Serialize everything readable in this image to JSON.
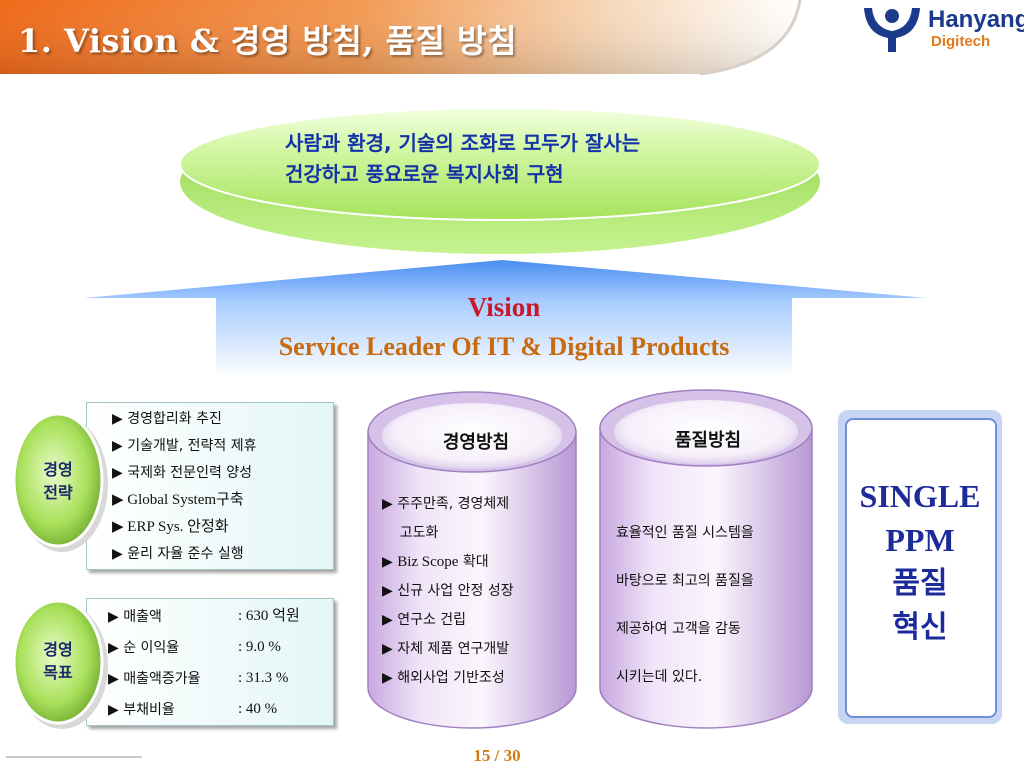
{
  "header": {
    "title": "1. Vision & 경영 방침, 품질 방침",
    "logo_line1": "Hanyang",
    "logo_line2": "Digitech"
  },
  "vision_ellipse": {
    "line1": "사람과 환경, 기술의 조화로 모두가 잘사는",
    "line2": "건강하고 풍요로운 복지사회 구현"
  },
  "vision": {
    "label": "Vision",
    "statement": "Service Leader Of IT & Digital Products"
  },
  "strategy": {
    "circle_line1": "경영",
    "circle_line2": "전략",
    "items": [
      "▶ 경영합리화 추진",
      "▶ 기술개발, 전략적 제휴",
      "▶ 국제화 전문인력 양성",
      "▶ Global System구축",
      "▶ ERP Sys. 안정화",
      "▶ 윤리 자율 준수 실행"
    ]
  },
  "goals": {
    "circle_line1": "경영",
    "circle_line2": "목표",
    "rows": [
      {
        "label": "▶ 매출액",
        "value": ": 630 억원"
      },
      {
        "label": "▶ 순 이익율",
        "value": ": 9.0 %"
      },
      {
        "label": "▶ 매출액증가율",
        "value": ": 31.3 %"
      },
      {
        "label": "▶ 부채비율",
        "value": ":  40 %"
      }
    ]
  },
  "management_policy": {
    "title": "경영방침",
    "items": [
      "▶ 주주만족, 경영체제",
      "    고도화",
      "▶ Biz Scope 확대",
      "▶ 신규 사업 안정 성장",
      "▶ 연구소 건립",
      "▶ 자체 제품 연구개발",
      "▶ 해외사업 기반조성"
    ]
  },
  "quality_policy": {
    "title": "품질방침",
    "lines": [
      "효율적인 품질 시스템을",
      "바탕으로 최고의 품질을",
      "제공하여 고객을 감동",
      "시키는데 있다."
    ]
  },
  "single_ppm": {
    "line1": "SINGLE",
    "line2": "PPM",
    "line3": "품질",
    "line4": "혁신"
  },
  "footer": {
    "page": "15 / 30"
  },
  "colors": {
    "title_orange": "#ef7a26",
    "vision_red": "#c8182a",
    "statement_orange": "#c86a10",
    "ellipse_green": "#b6ec6c",
    "navy": "#1c2a9a"
  }
}
